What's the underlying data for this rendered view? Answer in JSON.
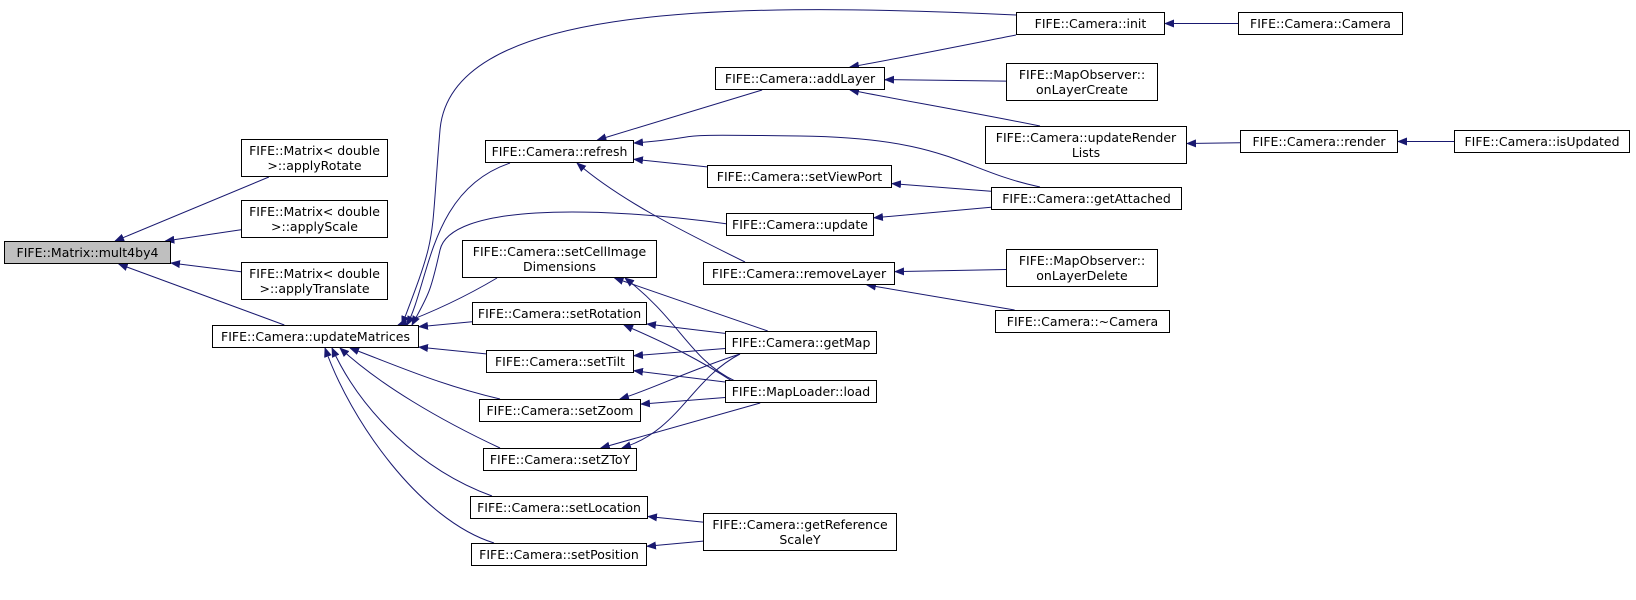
{
  "colors": {
    "edge": "#191970",
    "node_border": "#000000",
    "root_fill": "#bfbfbf",
    "node_fill": "#ffffff"
  },
  "nodes": {
    "mult4by4": {
      "lines": [
        "FIFE::Matrix::mult4by4"
      ],
      "root": true
    },
    "applyRotate": {
      "lines": [
        "FIFE::Matrix< double",
        ">::applyRotate"
      ]
    },
    "applyScale": {
      "lines": [
        "FIFE::Matrix< double",
        ">::applyScale"
      ]
    },
    "applyTranslate": {
      "lines": [
        "FIFE::Matrix< double",
        ">::applyTranslate"
      ]
    },
    "updateMatrices": {
      "lines": [
        "FIFE::Camera::updateMatrices"
      ]
    },
    "refresh": {
      "lines": [
        "FIFE::Camera::refresh"
      ]
    },
    "setCellImageDimensions": {
      "lines": [
        "FIFE::Camera::setCellImage",
        "Dimensions"
      ]
    },
    "setRotation": {
      "lines": [
        "FIFE::Camera::setRotation"
      ]
    },
    "setTilt": {
      "lines": [
        "FIFE::Camera::setTilt"
      ]
    },
    "setZoom": {
      "lines": [
        "FIFE::Camera::setZoom"
      ]
    },
    "setZToY": {
      "lines": [
        "FIFE::Camera::setZToY"
      ]
    },
    "setLocation": {
      "lines": [
        "FIFE::Camera::setLocation"
      ]
    },
    "setPosition": {
      "lines": [
        "FIFE::Camera::setPosition"
      ]
    },
    "addLayer": {
      "lines": [
        "FIFE::Camera::addLayer"
      ]
    },
    "setViewPort": {
      "lines": [
        "FIFE::Camera::setViewPort"
      ]
    },
    "update": {
      "lines": [
        "FIFE::Camera::update"
      ]
    },
    "removeLayer": {
      "lines": [
        "FIFE::Camera::removeLayer"
      ]
    },
    "getMap": {
      "lines": [
        "FIFE::Camera::getMap"
      ]
    },
    "mapLoaderLoad": {
      "lines": [
        "FIFE::MapLoader::load"
      ]
    },
    "getReferenceScaleY": {
      "lines": [
        "FIFE::Camera::getReference",
        "ScaleY"
      ]
    },
    "init": {
      "lines": [
        "FIFE::Camera::init"
      ]
    },
    "onLayerCreate": {
      "lines": [
        "FIFE::MapObserver::",
        "onLayerCreate"
      ]
    },
    "updateRenderLists": {
      "lines": [
        "FIFE::Camera::updateRender",
        "Lists"
      ]
    },
    "getAttached": {
      "lines": [
        "FIFE::Camera::getAttached"
      ]
    },
    "onLayerDelete": {
      "lines": [
        "FIFE::MapObserver::",
        "onLayerDelete"
      ]
    },
    "destructor": {
      "lines": [
        "FIFE::Camera::~Camera"
      ]
    },
    "cameraCtor": {
      "lines": [
        "FIFE::Camera::Camera"
      ]
    },
    "render": {
      "lines": [
        "FIFE::Camera::render"
      ]
    },
    "isUpdated": {
      "lines": [
        "FIFE::Camera::isUpdated"
      ]
    }
  },
  "edges": [
    [
      "applyRotate",
      "mult4by4"
    ],
    [
      "applyScale",
      "mult4by4"
    ],
    [
      "applyTranslate",
      "mult4by4"
    ],
    [
      "updateMatrices",
      "mult4by4"
    ],
    [
      "refresh",
      "updateMatrices"
    ],
    [
      "setCellImageDimensions",
      "updateMatrices"
    ],
    [
      "setRotation",
      "updateMatrices"
    ],
    [
      "setTilt",
      "updateMatrices"
    ],
    [
      "setZoom",
      "updateMatrices"
    ],
    [
      "setZToY",
      "updateMatrices"
    ],
    [
      "setLocation",
      "updateMatrices"
    ],
    [
      "setPosition",
      "updateMatrices"
    ],
    [
      "init",
      "updateMatrices"
    ],
    [
      "update",
      "updateMatrices"
    ],
    [
      "addLayer",
      "refresh"
    ],
    [
      "setViewPort",
      "refresh"
    ],
    [
      "getAttached",
      "refresh"
    ],
    [
      "removeLayer",
      "refresh"
    ],
    [
      "init",
      "addLayer"
    ],
    [
      "onLayerCreate",
      "addLayer"
    ],
    [
      "updateRenderLists",
      "addLayer"
    ],
    [
      "getAttached",
      "setViewPort"
    ],
    [
      "getAttached",
      "update"
    ],
    [
      "onLayerDelete",
      "removeLayer"
    ],
    [
      "destructor",
      "removeLayer"
    ],
    [
      "getMap",
      "setCellImageDimensions"
    ],
    [
      "mapLoaderLoad",
      "setCellImageDimensions"
    ],
    [
      "getMap",
      "setRotation"
    ],
    [
      "mapLoaderLoad",
      "setRotation"
    ],
    [
      "getMap",
      "setTilt"
    ],
    [
      "mapLoaderLoad",
      "setTilt"
    ],
    [
      "getMap",
      "setZoom"
    ],
    [
      "mapLoaderLoad",
      "setZoom"
    ],
    [
      "getMap",
      "setZToY"
    ],
    [
      "mapLoaderLoad",
      "setZToY"
    ],
    [
      "getReferenceScaleY",
      "setLocation"
    ],
    [
      "getReferenceScaleY",
      "setPosition"
    ],
    [
      "cameraCtor",
      "init"
    ],
    [
      "render",
      "updateRenderLists"
    ],
    [
      "isUpdated",
      "render"
    ]
  ]
}
